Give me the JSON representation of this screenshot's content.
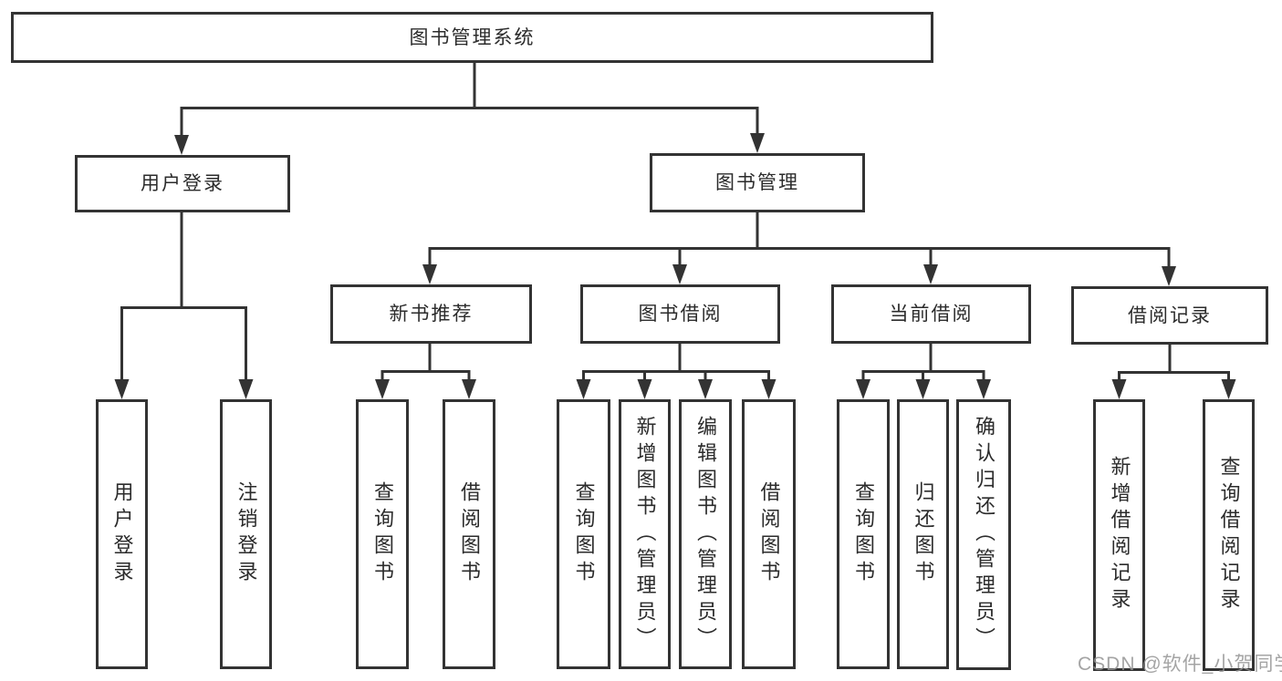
{
  "diagram": {
    "watermark": "CSDN @软件_小贺同学",
    "colors": {
      "line": "#333333",
      "text": "#2b2b2b",
      "background": "#ffffff",
      "watermark": "#949494"
    },
    "root": {
      "label": "图书管理系统",
      "children": [
        {
          "label": "用户登录",
          "children": [
            {
              "label": "用户登录"
            },
            {
              "label": "注销登录"
            }
          ]
        },
        {
          "label": "图书管理",
          "children": [
            {
              "label": "新书推荐",
              "children": [
                {
                  "label": "查询图书"
                },
                {
                  "label": "借阅图书"
                }
              ]
            },
            {
              "label": "图书借阅",
              "children": [
                {
                  "label": "查询图书"
                },
                {
                  "label": "新增图书（管理员）"
                },
                {
                  "label": "编辑图书（管理员）"
                },
                {
                  "label": "借阅图书"
                }
              ]
            },
            {
              "label": "当前借阅",
              "children": [
                {
                  "label": "查询图书"
                },
                {
                  "label": "归还图书"
                },
                {
                  "label": "确认归还（管理员）"
                }
              ]
            },
            {
              "label": "借阅记录",
              "children": [
                {
                  "label": "新增借阅记录"
                },
                {
                  "label": "查询借阅记录"
                }
              ]
            }
          ]
        }
      ]
    }
  }
}
